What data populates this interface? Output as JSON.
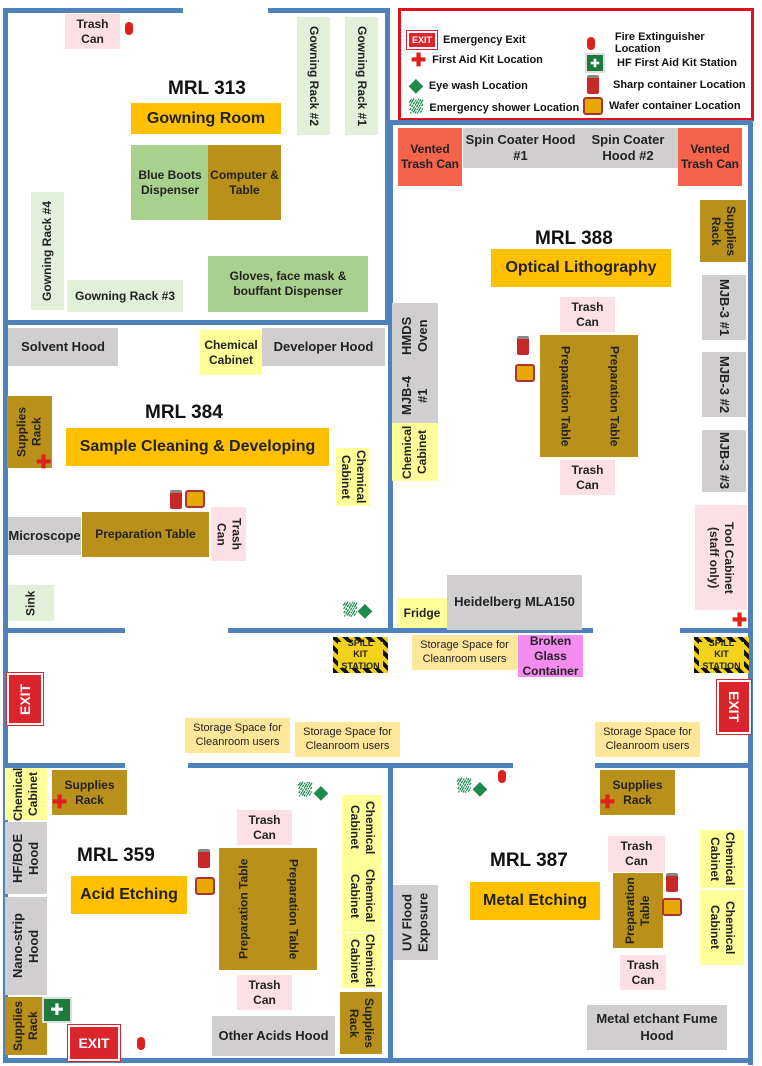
{
  "legend": {
    "emergency_exit": "Emergency Exit",
    "first_aid": "First Aid Kit Location",
    "eye_wash": "Eye wash Location",
    "emergency_shower": "Emergency shower Location",
    "fire_extinguisher": "Fire Extinguisher Location",
    "hf_first_aid": "HF First Aid  Kit Station",
    "sharp_container": "Sharp container Location",
    "wafer_container": "Wafer container Location",
    "exit_sign": "EXIT"
  },
  "rooms": {
    "mrl313": {
      "number": "MRL 313",
      "name": "Gowning Room"
    },
    "mrl384": {
      "number": "MRL 384",
      "name": "Sample Cleaning & Developing"
    },
    "mrl388": {
      "number": "MRL 388",
      "name": "Optical Lithography"
    },
    "mrl359": {
      "number": "MRL 359",
      "name": "Acid Etching"
    },
    "mrl387": {
      "number": "MRL 387",
      "name": "Metal Etching"
    }
  },
  "items": {
    "r313_trash": "Trash Can",
    "r313_rack2": "Gowning Rack #2",
    "r313_rack1": "Gowning Rack #1",
    "r313_boots": "Blue Boots Dispenser",
    "r313_computer": "Computer & Table",
    "r313_rack4": "Gowning Rack #4",
    "r313_rack3": "Gowning Rack #3",
    "r313_gloves": "Gloves, face mask & bouffant Dispenser",
    "r384_solvent": "Solvent Hood",
    "r384_chem1": "Chemical Cabinet",
    "r384_developer": "Developer Hood",
    "r384_supplies": "Supplies Rack",
    "r384_chem2": "Chemical Cabinet",
    "r384_microscope": "Microscope",
    "r384_prep": "Preparation Table",
    "r384_trash": "Trash Can",
    "r384_sink": "Sink",
    "r388_vent1": "Vented Trash Can",
    "r388_spin1": "Spin Coater Hood #1",
    "r388_spin2": "Spin Coater Hood #2",
    "r388_vent2": "Vented Trash Can",
    "r388_supplies": "Supplies Rack",
    "r388_mjb31": "MJB-3 #1",
    "r388_mjb32": "MJB-3 #2",
    "r388_mjb33": "MJB-3 #3",
    "r388_hmds": "HMDS Oven",
    "r388_mjb4": "MJB-4 #1",
    "r388_chem": "Chemical Cabinet",
    "r388_trash1": "Trash Can",
    "r388_prep1": "Preparation Table",
    "r388_prep2": "Preparation Table",
    "r388_trash2": "Trash Can",
    "r388_tool": "Tool Cabinet (staff only)",
    "r388_fridge": "Fridge",
    "r388_heidelberg": "Heidelberg MLA150",
    "hall_spill1": "SPILL KIT STATION",
    "hall_spill2": "SPILL KIT STATION",
    "hall_storage1": "Storage Space for Cleanroom users",
    "hall_broken": "Broken Glass Container",
    "hall_storage2": "Storage Space for Cleanroom users",
    "hall_storage3": "Storage Space for Cleanroom users",
    "hall_storage4": "Storage Space for Cleanroom users",
    "r359_chem1": "Chemical Cabinet",
    "r359_supplies1": "Supplies Rack",
    "r359_hfboe": "HF/BOE Hood",
    "r359_nano": "Nano-strip Hood",
    "r359_supplies2": "Supplies Rack",
    "r359_trash1": "Trash Can",
    "r359_prep1": "Preparation Table",
    "r359_prep2": "Preparation Table",
    "r359_trash2": "Trash Can",
    "r359_chem2": "Chemical Cabinet",
    "r359_chem3": "Chemical Cabinet",
    "r359_chem4": "Chemical Cabinet",
    "r359_supplies3": "Supplies Rack",
    "r359_otheracids": "Other Acids Hood",
    "r387_supplies": "Supplies Rack",
    "r387_trash1": "Trash Can",
    "r387_prep": "Preparation Table",
    "r387_trash2": "Trash Can",
    "r387_chem1": "Chemical Cabinet",
    "r387_chem2": "Chemical Cabinet",
    "r387_uv": "UV Flood Exposure",
    "r387_fume": "Metal etchant Fume Hood"
  },
  "colors": {
    "wall": "#4f81bd",
    "room_label": "#ffc000",
    "legend_border": "#e0101b"
  }
}
